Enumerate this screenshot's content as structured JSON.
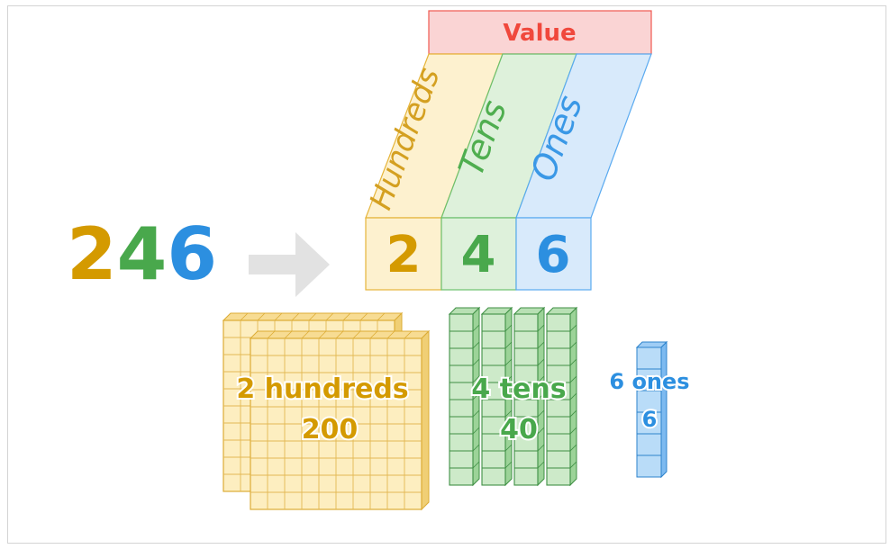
{
  "number": {
    "digits": [
      "2",
      "4",
      "6"
    ]
  },
  "header": {
    "value_label": "Value"
  },
  "columns": [
    {
      "name": "Hundreds",
      "digit": "2"
    },
    {
      "name": "Tens",
      "digit": "4"
    },
    {
      "name": "Ones",
      "digit": "6"
    }
  ],
  "blocks": {
    "hundreds": {
      "label": "2 hundreds",
      "value": "200",
      "count": 2
    },
    "tens": {
      "label": "4 tens",
      "value": "40",
      "count": 4
    },
    "ones": {
      "label": "6 ones",
      "value": "6",
      "count": 6
    }
  },
  "colors": {
    "hundreds": "#d49a00",
    "tens": "#49a84c",
    "ones": "#2c8fe0",
    "value_text": "#f0483c",
    "value_fill": "#fad4d4",
    "arrow": "#e2e2e2"
  },
  "icons": {
    "arrow": "arrow-right-icon"
  }
}
